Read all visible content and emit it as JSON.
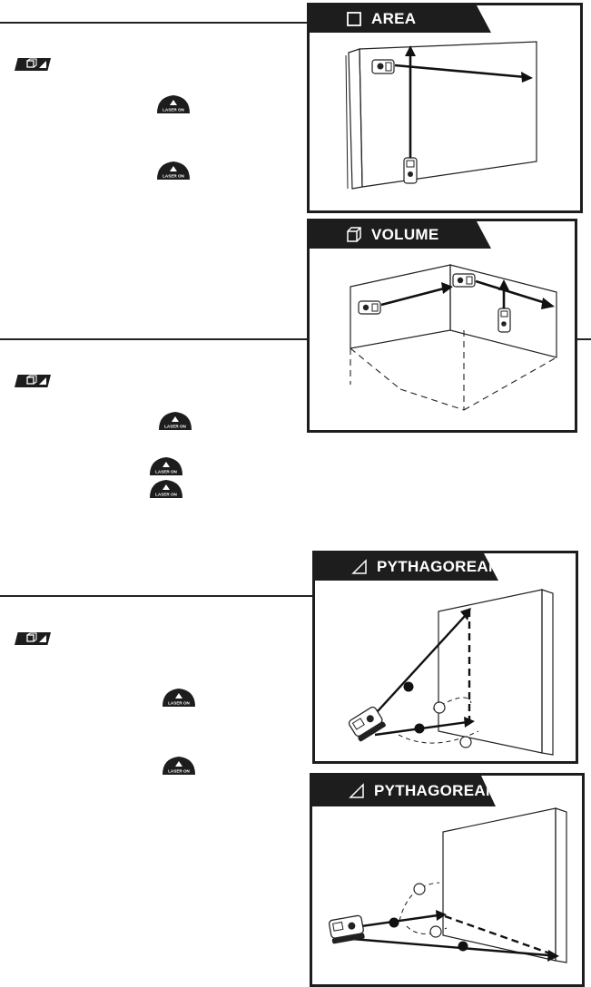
{
  "panels": {
    "area": {
      "title": "AREA",
      "icon": "square-icon"
    },
    "volume": {
      "title": "VOLUME",
      "icon": "cube-icon"
    },
    "pythagorean_1": {
      "title": "PYTHAGOREAN",
      "icon": "triangle-icon"
    },
    "pythagorean_2": {
      "title": "PYTHAGOREAN",
      "icon": "triangle-icon"
    }
  },
  "buttons": {
    "laser_label": "LASER ON",
    "mode_icon": "area-volume-pythagorean-key-icon"
  },
  "colors": {
    "ink": "#1d1d1d",
    "paper": "#ffffff"
  }
}
